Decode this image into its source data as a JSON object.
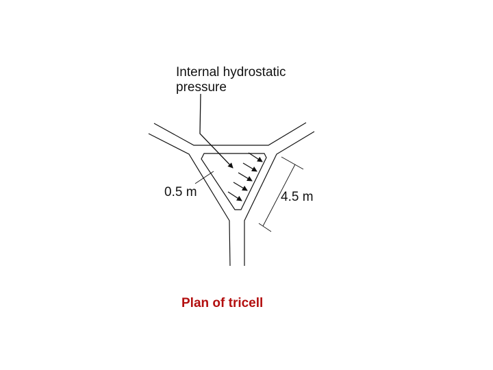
{
  "diagram": {
    "annotation_label": "Internal hydrostatic\npressure",
    "annotation_line1": "Internal hydrostatic",
    "annotation_line2": "pressure",
    "wall_thickness_label": "0.5 m",
    "cell_side_label": "4.5 m",
    "caption": "Plan of tricell",
    "caption_color": "#b30f0f",
    "line_color": "#111111",
    "pressure_arrow_count": 5
  }
}
